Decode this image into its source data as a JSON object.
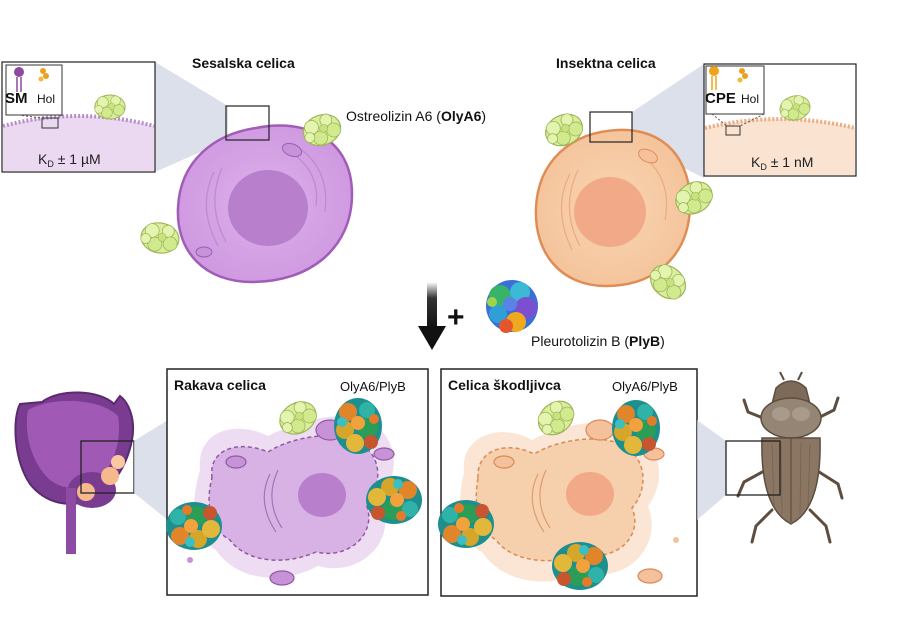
{
  "top": {
    "mammal_title": "Sesalska celica",
    "insect_title": "Insektna celica",
    "olya6_prefix": "Ostreolizin A6 (",
    "olya6_bold": "OlyA6",
    "olya6_suffix": ")",
    "plyb_prefix": "Pleurotolizin B (",
    "plyb_bold": "PlyB",
    "plyb_suffix": ")",
    "plus_sign": "+"
  },
  "mammal_inset": {
    "lipid1": "SM",
    "lipid2": "Hol",
    "kd_k": "K",
    "kd_sub": "D",
    "kd_value": " ± 1 µM"
  },
  "insect_inset": {
    "lipid1": "CPE",
    "lipid2": "Hol",
    "kd_k": "K",
    "kd_sub": "D",
    "kd_value": " ± 1 nM"
  },
  "bottom": {
    "cancer_title": "Rakava celica",
    "cancer_complex": "OlyA6/PlyB",
    "pest_title": "Celica škodljivca",
    "pest_complex": "OlyA6/PlyB"
  },
  "colors": {
    "mammal_fill": "#d7a8e6",
    "mammal_stroke": "#a15cb8",
    "insect_fill": "#f7cfa8",
    "insect_stroke": "#e08d55",
    "olya6": "#d9ef9a",
    "prostate": "#7a3c91",
    "beetle": "#8a7663"
  }
}
